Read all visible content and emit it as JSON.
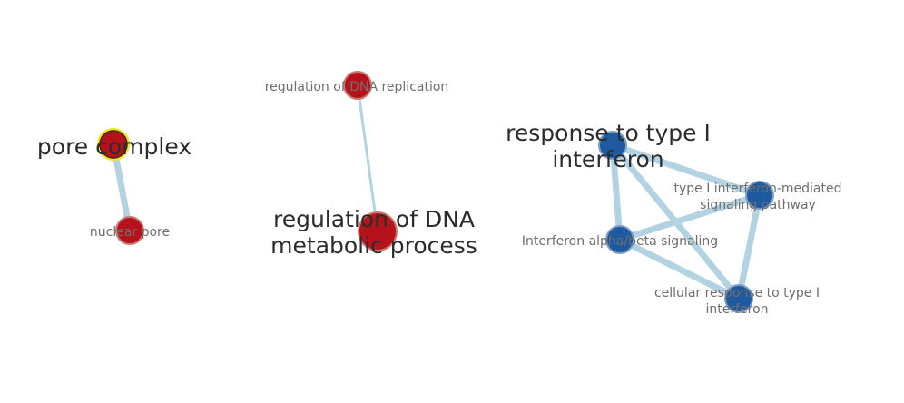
{
  "network": {
    "colors": {
      "red_node": "#b5121b",
      "red_node_stroke": "#c97a70",
      "blue_node": "#1e5aa0",
      "blue_node_stroke": "#7f9fc5",
      "edge": "#b3d3e3",
      "selected_ring": "#f2e41f",
      "small_label": "#6e6e6e",
      "large_label": "#2c2c2c"
    },
    "nodes": [
      {
        "id": "pore-complex",
        "label_lines": [
          "pore complex"
        ],
        "color": "red",
        "size": "small",
        "label_size": "large",
        "selected": true
      },
      {
        "id": "nuclear-pore",
        "label_lines": [
          "nuclear pore"
        ],
        "color": "red",
        "size": "small",
        "label_size": "small",
        "selected": false
      },
      {
        "id": "regulation-of-dna-replication",
        "label_lines": [
          "regulation of DNA replication"
        ],
        "color": "red",
        "size": "small",
        "label_size": "small",
        "selected": false
      },
      {
        "id": "regulation-of-dna-metabolic-process",
        "label_lines": [
          "regulation of DNA",
          "metabolic process"
        ],
        "color": "red",
        "size": "large",
        "label_size": "large",
        "selected": false
      },
      {
        "id": "response-to-type-i-interferon",
        "label_lines": [
          "response to type I",
          "interferon"
        ],
        "color": "blue",
        "size": "small",
        "label_size": "large",
        "selected": false
      },
      {
        "id": "type-i-interferon-mediated-signaling-pathway",
        "label_lines": [
          "type I interferon-mediated",
          "signaling pathway"
        ],
        "color": "blue",
        "size": "small",
        "label_size": "small",
        "selected": false
      },
      {
        "id": "interferon-alpha-beta-signaling",
        "label_lines": [
          "Interferon alpha/beta signaling"
        ],
        "color": "blue",
        "size": "small",
        "label_size": "small",
        "selected": false
      },
      {
        "id": "cellular-response-to-type-i-interferon",
        "label_lines": [
          "cellular response to type I",
          "interferon"
        ],
        "color": "blue",
        "size": "small",
        "label_size": "small",
        "selected": false
      }
    ],
    "edges": [
      {
        "source": "pore-complex",
        "target": "nuclear-pore",
        "weight": "heavy"
      },
      {
        "source": "regulation-of-dna-replication",
        "target": "regulation-of-dna-metabolic-process",
        "weight": "light"
      },
      {
        "source": "response-to-type-i-interferon",
        "target": "type-i-interferon-mediated-signaling-pathway",
        "weight": "heavy"
      },
      {
        "source": "response-to-type-i-interferon",
        "target": "interferon-alpha-beta-signaling",
        "weight": "heavy"
      },
      {
        "source": "response-to-type-i-interferon",
        "target": "cellular-response-to-type-i-interferon",
        "weight": "heavy"
      },
      {
        "source": "type-i-interferon-mediated-signaling-pathway",
        "target": "interferon-alpha-beta-signaling",
        "weight": "heavy"
      },
      {
        "source": "type-i-interferon-mediated-signaling-pathway",
        "target": "cellular-response-to-type-i-interferon",
        "weight": "heavy"
      },
      {
        "source": "interferon-alpha-beta-signaling",
        "target": "cellular-response-to-type-i-interferon",
        "weight": "heavy"
      }
    ]
  }
}
